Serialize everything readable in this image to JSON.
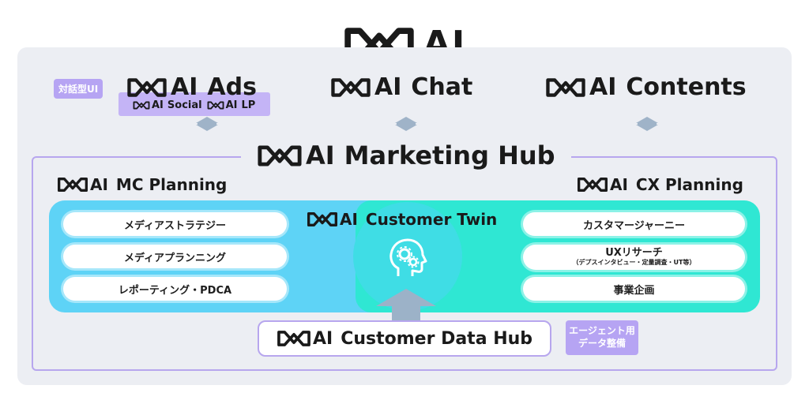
{
  "brand": "AI",
  "top_products": {
    "ads": {
      "name": "Ads",
      "sub_social": "Social",
      "sub_lp": "LP",
      "tag": "対話型UI"
    },
    "chat": {
      "name": "Chat"
    },
    "contents": {
      "name": "Contents"
    }
  },
  "marketing_hub": {
    "title": "Marketing Hub"
  },
  "mc_planning": {
    "title": "MC Planning",
    "items": [
      "メディアストラテジー",
      "メディアプランニング",
      "レポーティング・PDCA"
    ]
  },
  "cx_planning": {
    "title": "CX Planning",
    "item1": "カスタマージャーニー",
    "item2_main": "UXリサーチ",
    "item2_sub": "（デプスインタビュー・定量調査・UT等）",
    "item3": "事業企画"
  },
  "customer_twin": {
    "title": "Customer Twin",
    "icon": "head-gears-icon"
  },
  "customer_data_hub": {
    "title": "Customer Data Hub",
    "tag_line1": "エージェント用",
    "tag_line2": "データ整備"
  },
  "colors": {
    "blue": "#5fd1f5",
    "teal": "#2ee8d2",
    "purple": "#b6a4f3",
    "panel": "#eceef3",
    "arrow": "#9cb2c8"
  }
}
